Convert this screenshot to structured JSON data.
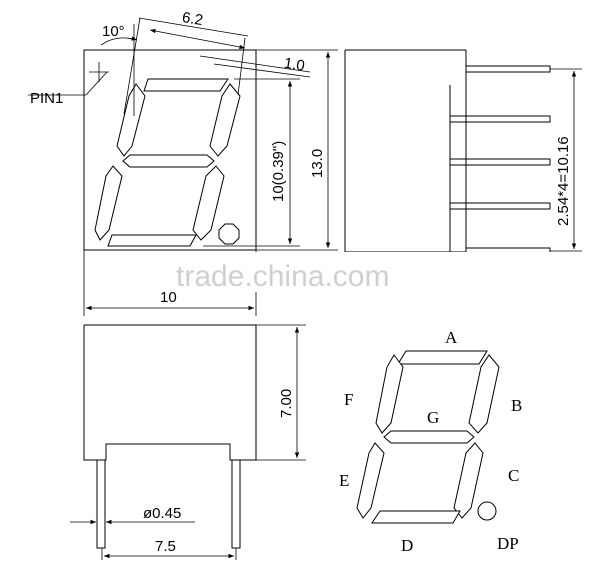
{
  "dimensions": {
    "angle": "10°",
    "digit_width": "6.2",
    "seg_offset": "1.0",
    "char_height": "10(0.39\")",
    "height": "13.0",
    "pitch": "2.54*4=10.16",
    "width": "10",
    "depth": "7.00",
    "pin_diameter": "ø0.45",
    "pin_spacing": "7.5"
  },
  "pin_label": "PIN1",
  "segments": {
    "a": "A",
    "b": "B",
    "c": "C",
    "d": "D",
    "e": "E",
    "f": "F",
    "g": "G",
    "dp": "DP"
  },
  "watermark": "trade.china.com"
}
